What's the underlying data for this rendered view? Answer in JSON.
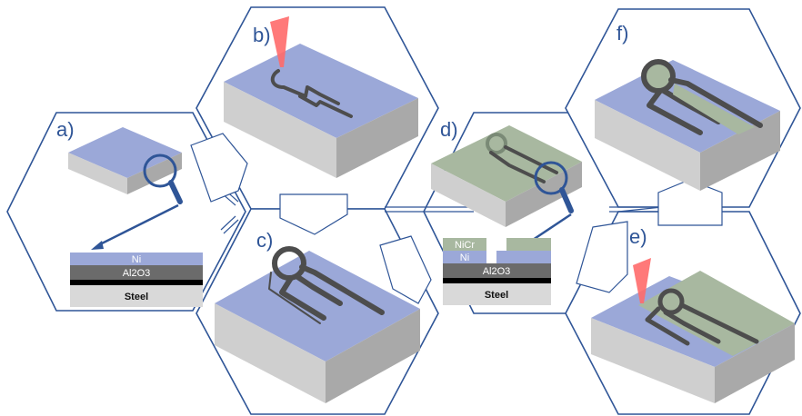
{
  "panels": {
    "a": {
      "label": "a)"
    },
    "b": {
      "label": "b)"
    },
    "c": {
      "label": "c)"
    },
    "d": {
      "label": "d)"
    },
    "e": {
      "label": "e)"
    },
    "f": {
      "label": "f)"
    }
  },
  "stack_a": {
    "layers": [
      "Ni",
      "Al2O3",
      "Steel"
    ]
  },
  "stack_d": {
    "layers": [
      "NiCr",
      "Ni",
      "Al2O3",
      "Steel"
    ]
  },
  "colors": {
    "hex_border": "#2f5597",
    "ni_top": "#9ba8d8",
    "nicr_top": "#a8b8a0",
    "al2o3": "#6b6b6b",
    "steel": "#d9d9d9",
    "laser": "#ff6a6a",
    "trace": "#4d4d4d"
  }
}
